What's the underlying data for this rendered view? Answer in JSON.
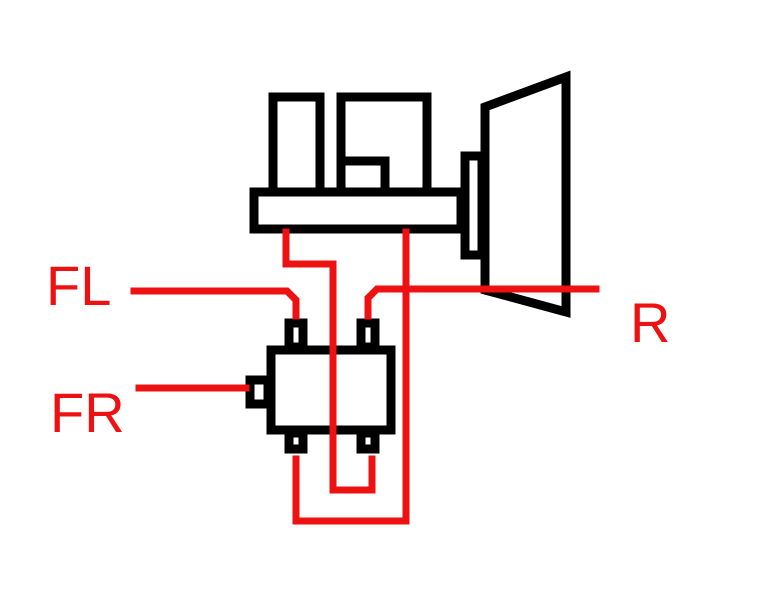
{
  "labels": {
    "fl": "FL",
    "fr": "FR",
    "r": "R"
  },
  "colors": {
    "wire": "#ee1111",
    "component": "#000000",
    "background": "#ffffff"
  }
}
